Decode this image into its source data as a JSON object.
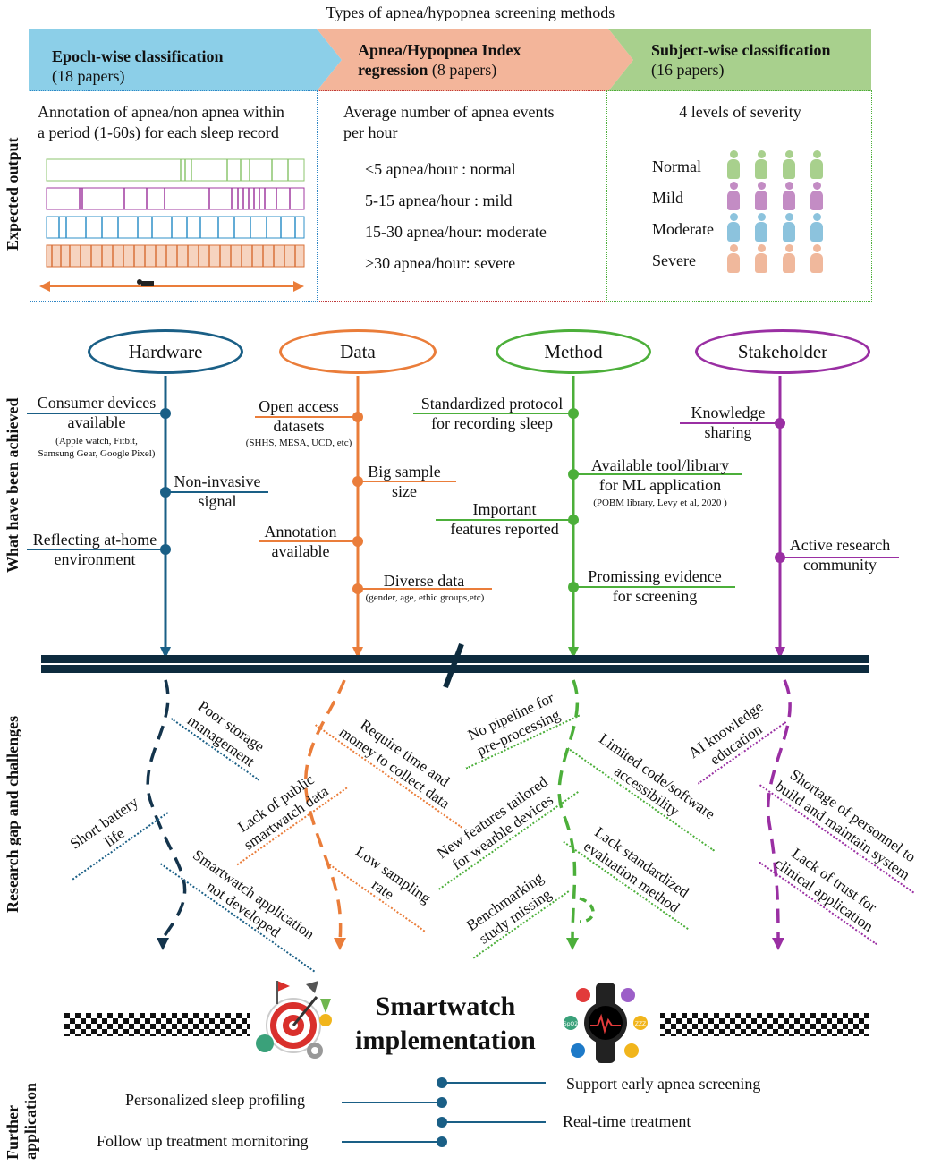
{
  "title": "Types of apnea/hypopnea screening methods",
  "row_labels": {
    "expected_output": "Expected output",
    "achieved": "What have been achieved",
    "gaps": "Research gap and challenges",
    "further": "Further application"
  },
  "methods": [
    {
      "name": "Epoch-wise classification",
      "count": "(18 papers)",
      "color": "#8ccfe8"
    },
    {
      "name": "Apnea/Hypopnea Index regression",
      "name_line1": "Apnea/Hypopnea Index",
      "name_line2": "regression",
      "count": "(8 papers)",
      "color": "#f3b59a"
    },
    {
      "name": "Subject-wise classification",
      "count": "(16 papers)",
      "color": "#a8d08d"
    }
  ],
  "epoch_box": {
    "line1": "Annotation of apnea/non apnea within",
    "line2": "a period (1-60s) for each sleep record"
  },
  "ahi_box": {
    "line1": "Average number of apnea events",
    "line2": "per hour",
    "levels": [
      "<5 apnea/hour : normal",
      "5-15 apnea/hour : mild",
      "15-30 apnea/hour: moderate",
      ">30 apnea/hour: severe"
    ]
  },
  "severity_box": {
    "title": "4 levels of severity",
    "levels": [
      {
        "label": "Normal",
        "color": "#a8d08d"
      },
      {
        "label": "Mild",
        "color": "#c38cc4"
      },
      {
        "label": "Moderate",
        "color": "#8cc3dd"
      },
      {
        "label": "Severe",
        "color": "#f0b89c"
      }
    ]
  },
  "pillars": [
    {
      "name": "Hardware",
      "color": "#1a5f86",
      "items": [
        {
          "l1": "Consumer devices",
          "l2": "available",
          "note1": "(Apple watch, Fitbit,",
          "note2": "Samsung Gear, Google Pixel)"
        },
        {
          "l1": "Non-invasive",
          "l2": "signal"
        },
        {
          "l1": "Reflecting at-home",
          "l2": "environment"
        }
      ]
    },
    {
      "name": "Data",
      "color": "#ea7d3a",
      "items": [
        {
          "l1": "Open access",
          "l2": "datasets",
          "note1": "(SHHS, MESA, UCD, etc)"
        },
        {
          "l1": "Big sample",
          "l2": "size"
        },
        {
          "l1": "Annotation",
          "l2": "available"
        },
        {
          "l1": "Diverse data",
          "note1": "(gender, age, ethic groups,etc)"
        }
      ]
    },
    {
      "name": "Method",
      "color": "#4caf3a",
      "items": [
        {
          "l1": "Standardized protocol",
          "l2": "for recording sleep"
        },
        {
          "l1": "Available tool/library",
          "l2": "for ML application",
          "note1": "(POBM library, Levy et al, 2020 )"
        },
        {
          "l1": "Important",
          "l2": "features reported"
        },
        {
          "l1": "Promissing evidence",
          "l2": "for screening"
        }
      ]
    },
    {
      "name": "Stakeholder",
      "color": "#9a2fa3",
      "items": [
        {
          "l1": "Knowledge",
          "l2": "sharing"
        },
        {
          "l1": "Active research",
          "l2": "community"
        }
      ]
    }
  ],
  "gaps": {
    "hardware": [
      {
        "l1": "Poor storage",
        "l2": "management"
      },
      {
        "l1": "Short battery",
        "l2": "life"
      },
      {
        "l1": "Smartwatch application",
        "l2": "not developed"
      }
    ],
    "data": [
      {
        "l1": "Require time and",
        "l2": "money to collect data"
      },
      {
        "l1": "Lack of public",
        "l2": "smartwatch data"
      },
      {
        "l1": "Low sampling",
        "l2": "rate"
      }
    ],
    "method": [
      {
        "l1": "No pipeline for",
        "l2": "pre-processing"
      },
      {
        "l1": "Limited code/software",
        "l2": "accessibility"
      },
      {
        "l1": "New features tailored",
        "l2": "for wearble devices"
      },
      {
        "l1": "Lack standardized",
        "l2": "evaluation method"
      },
      {
        "l1": "Benchmarking",
        "l2": "study missing"
      }
    ],
    "stakeholder": [
      {
        "l1": "AI knowledge",
        "l2": "education"
      },
      {
        "l1": "Shortage of personnel to",
        "l2": "build and maintain system"
      },
      {
        "l1": "Lack of trust for",
        "l2": "clinical application"
      }
    ]
  },
  "smartwatch": {
    "line1": "Smartwatch",
    "line2": "implementation"
  },
  "watch_icons": {
    "spo2": "SpO2",
    "zzz": "ZZZ"
  },
  "applications": [
    "Support early apnea screening",
    "Personalized sleep profiling",
    "Real-time treatment",
    "Follow up treatment mornitoring"
  ]
}
